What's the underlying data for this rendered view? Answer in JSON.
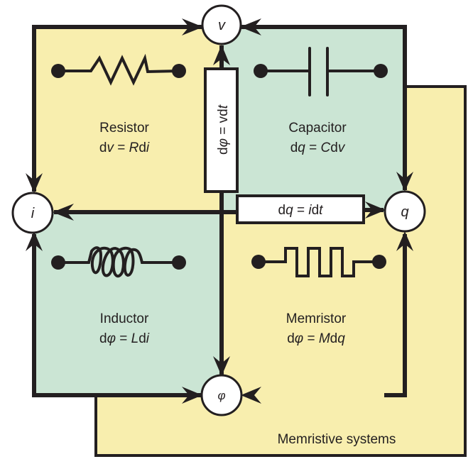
{
  "colors": {
    "yellow": "#f8eeae",
    "green": "#cbe5d4",
    "stroke": "#231f20",
    "white": "#ffffff"
  },
  "nodes": {
    "v": "v",
    "i": "i",
    "q": "q",
    "phi": "φ"
  },
  "quadrants": {
    "resistor": {
      "name": "Resistor",
      "eq_prefix": "d",
      "eq_var1": "v",
      "eq_mid": " = ",
      "eq_coef": "R",
      "eq_d": "d",
      "eq_var2": "i"
    },
    "capacitor": {
      "name": "Capacitor",
      "eq_prefix": "d",
      "eq_var1": "q",
      "eq_mid": " = ",
      "eq_coef": "C",
      "eq_d": "d",
      "eq_var2": "v"
    },
    "inductor": {
      "name": "Inductor",
      "eq_prefix": "d",
      "eq_var1": "φ",
      "eq_mid": " = ",
      "eq_coef": "L",
      "eq_d": "d",
      "eq_var2": "i"
    },
    "memristor": {
      "name": "Memristor",
      "eq_prefix": "d",
      "eq_var1": "φ",
      "eq_mid": " = ",
      "eq_coef": "M",
      "eq_d": "d",
      "eq_var2": "q"
    }
  },
  "relations": {
    "flux": {
      "prefix": "d",
      "var1": "φ",
      "mid": " = ",
      "var2": "v",
      "d": "d",
      "var3": "t"
    },
    "charge": {
      "prefix": "d",
      "var1": "q",
      "mid": " = ",
      "var2": "i",
      "d": "d",
      "var3": "t"
    }
  },
  "back_panel_label": "Memristive systems"
}
